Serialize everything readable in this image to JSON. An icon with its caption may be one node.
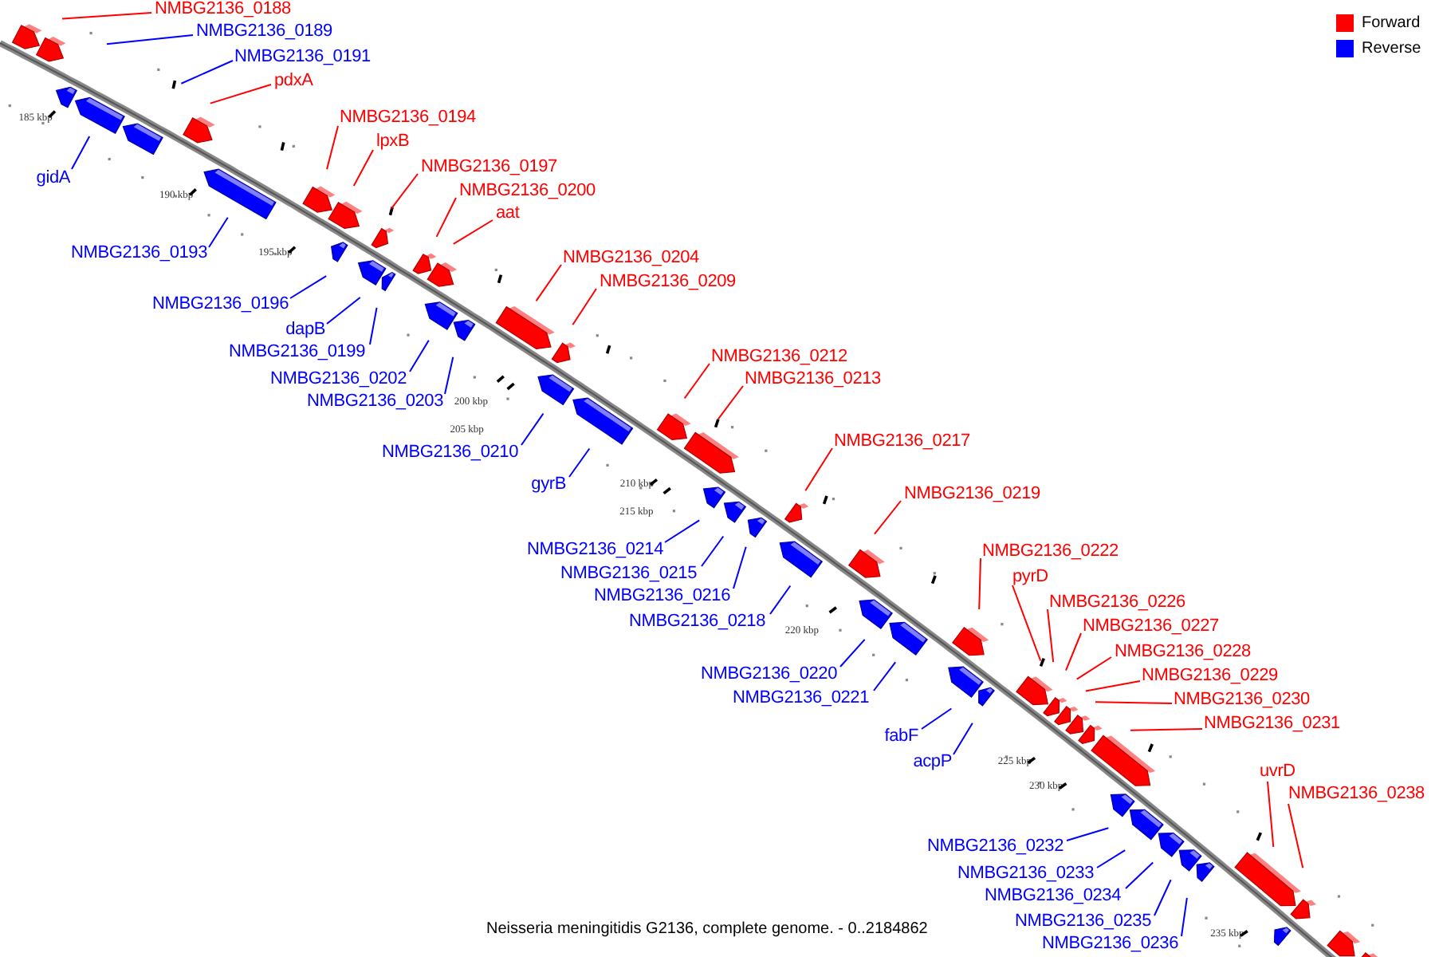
{
  "diagram": {
    "caption": "Neisseria meningitidis G2136, complete genome. - 0..2184862",
    "nodes": [
      {
        "text": [
          "NMBG2136_0188"
        ]
      },
      {
        "text": [
          "NMBG2136_0189"
        ]
      },
      {
        "text": [
          "NMBG2136_0191"
        ]
      },
      {
        "text": [
          "pdxA"
        ]
      },
      {
        "text": [
          "NMBG2136_0194"
        ]
      },
      {
        "text": [
          "lpxB"
        ]
      },
      {
        "text": [
          "NMBG2136_0197"
        ]
      },
      {
        "text": [
          "gidA"
        ]
      },
      {
        "text": [
          "NMBG2136_0200"
        ]
      },
      {
        "text": [
          "aat"
        ]
      },
      {
        "text": [
          "NMBG2136_0193"
        ]
      },
      {
        "text": [
          "NMBG2136_0204"
        ]
      },
      {
        "text": [
          "NMBG2136_0209"
        ]
      },
      {
        "text": [
          "NMBG2136_0196"
        ]
      },
      {
        "text": [
          "dapB"
        ]
      },
      {
        "text": [
          "NMBG2136_0199"
        ]
      },
      {
        "text": [
          "NMBG2136_0212"
        ]
      },
      {
        "text": [
          "NMBG2136_0202"
        ]
      },
      {
        "text": [
          "NMBG2136_0213"
        ]
      },
      {
        "text": [
          "NMBG2136_0203"
        ]
      },
      {
        "text": [
          "NMBG2136_0217"
        ]
      },
      {
        "text": [
          "NMBG2136_0210"
        ]
      },
      {
        "text": [
          "gyrB"
        ]
      },
      {
        "text": [
          "NMBG2136_0219"
        ]
      },
      {
        "text": [
          "NMBG2136_0214"
        ]
      },
      {
        "text": [
          "NMBG2136_0222"
        ]
      },
      {
        "text": [
          "NMBG2136_0215"
        ]
      },
      {
        "text": [
          "pyrD"
        ]
      },
      {
        "text": [
          "NMBG2136_0216"
        ]
      },
      {
        "text": [
          "NMBG2136_0226"
        ]
      },
      {
        "text": [
          "NMBG2136_0218"
        ]
      },
      {
        "text": [
          "NMBG2136_0227"
        ]
      },
      {
        "text": [
          "NMBG2136_0228"
        ]
      },
      {
        "text": [
          "NMBG2136_0220"
        ]
      },
      {
        "text": [
          "NMBG2136_0229"
        ]
      },
      {
        "text": [
          "NMBG2136_0221"
        ]
      },
      {
        "text": [
          "NMBG2136_0230"
        ]
      },
      {
        "text": [
          "NMBG2136_0231"
        ]
      },
      {
        "text": [
          "fabF"
        ]
      },
      {
        "text": [
          "acpP"
        ]
      },
      {
        "text": [
          "uvrD"
        ]
      },
      {
        "text": [
          "NMBG2136_0238"
        ]
      },
      {
        "text": [
          "NMBG2136_0232"
        ]
      },
      {
        "text": [
          "NMBG2136_0233"
        ]
      },
      {
        "text": [
          "NMBG2136_0234"
        ]
      },
      {
        "text": [
          "NMBG2136_0235"
        ]
      },
      {
        "text": [
          "NMBG2136_0236"
        ]
      }
    ],
    "edges": [
      {
        "from": 0,
        "to": null,
        "arrow": "none",
        "color": "#ff0000"
      },
      {
        "from": 1,
        "to": null,
        "arrow": "none",
        "color": "#0000ff"
      },
      {
        "from": 2,
        "to": null,
        "arrow": "none",
        "color": "#0000ff"
      },
      {
        "from": 3,
        "to": null,
        "arrow": "none",
        "color": "#ff0000"
      },
      {
        "from": 4,
        "to": null,
        "arrow": "none",
        "color": "#ff0000"
      },
      {
        "from": 5,
        "to": null,
        "arrow": "none",
        "color": "#ff0000"
      },
      {
        "from": 6,
        "to": null,
        "arrow": "none",
        "color": "#ff0000"
      },
      {
        "from": 7,
        "to": null,
        "arrow": "none",
        "color": "#0000ff"
      },
      {
        "from": 8,
        "to": null,
        "arrow": "none",
        "color": "#ff0000"
      },
      {
        "from": 9,
        "to": null,
        "arrow": "none",
        "color": "#ff0000"
      },
      {
        "from": 10,
        "to": null,
        "arrow": "none",
        "color": "#0000ff"
      },
      {
        "from": 11,
        "to": null,
        "arrow": "none",
        "color": "#ff0000"
      },
      {
        "from": 12,
        "to": null,
        "arrow": "none",
        "color": "#ff0000"
      },
      {
        "from": 13,
        "to": null,
        "arrow": "none",
        "color": "#0000ff"
      },
      {
        "from": 14,
        "to": null,
        "arrow": "none",
        "color": "#0000ff"
      },
      {
        "from": 15,
        "to": null,
        "arrow": "none",
        "color": "#0000ff"
      },
      {
        "from": 16,
        "to": null,
        "arrow": "none",
        "color": "#ff0000"
      },
      {
        "from": 17,
        "to": null,
        "arrow": "none",
        "color": "#0000ff"
      },
      {
        "from": 18,
        "to": null,
        "arrow": "none",
        "color": "#ff0000"
      },
      {
        "from": 19,
        "to": null,
        "arrow": "none",
        "color": "#0000ff"
      },
      {
        "from": 20,
        "to": null,
        "arrow": "none",
        "color": "#ff0000"
      },
      {
        "from": 21,
        "to": null,
        "arrow": "none",
        "color": "#0000ff"
      },
      {
        "from": 22,
        "to": null,
        "arrow": "none",
        "color": "#0000ff"
      },
      {
        "from": 23,
        "to": null,
        "arrow": "none",
        "color": "#ff0000"
      },
      {
        "from": 24,
        "to": null,
        "arrow": "none",
        "color": "#0000ff"
      },
      {
        "from": 25,
        "to": null,
        "arrow": "none",
        "color": "#ff0000"
      },
      {
        "from": 26,
        "to": null,
        "arrow": "none",
        "color": "#0000ff"
      },
      {
        "from": 27,
        "to": null,
        "arrow": "none",
        "color": "#ff0000"
      },
      {
        "from": 28,
        "to": null,
        "arrow": "none",
        "color": "#0000ff"
      },
      {
        "from": 29,
        "to": null,
        "arrow": "none",
        "color": "#ff0000"
      },
      {
        "from": 30,
        "to": null,
        "arrow": "none",
        "color": "#0000ff"
      },
      {
        "from": 31,
        "to": null,
        "arrow": "none",
        "color": "#ff0000"
      },
      {
        "from": 32,
        "to": null,
        "arrow": "none",
        "color": "#ff0000"
      },
      {
        "from": 33,
        "to": null,
        "arrow": "none",
        "color": "#0000ff"
      },
      {
        "from": 34,
        "to": null,
        "arrow": "none",
        "color": "#ff0000"
      },
      {
        "from": 35,
        "to": null,
        "arrow": "none",
        "color": "#0000ff"
      },
      {
        "from": 36,
        "to": null,
        "arrow": "none",
        "color": "#ff0000"
      },
      {
        "from": 37,
        "to": null,
        "arrow": "none",
        "color": "#ff0000"
      },
      {
        "from": 38,
        "to": null,
        "arrow": "none",
        "color": "#0000ff"
      },
      {
        "from": 39,
        "to": null,
        "arrow": "none",
        "color": "#0000ff"
      },
      {
        "from": 40,
        "to": null,
        "arrow": "none",
        "color": "#ff0000"
      },
      {
        "from": 41,
        "to": null,
        "arrow": "none",
        "color": "#ff0000"
      },
      {
        "from": 42,
        "to": null,
        "arrow": "none",
        "color": "#0000ff"
      },
      {
        "from": 43,
        "to": null,
        "arrow": "none",
        "color": "#0000ff"
      },
      {
        "from": 44,
        "to": null,
        "arrow": "none",
        "color": "#0000ff"
      },
      {
        "from": 45,
        "to": null,
        "arrow": "none",
        "color": "#0000ff"
      },
      {
        "from": 46,
        "to": null,
        "arrow": "none",
        "color": "#0000ff"
      }
    ],
    "labels": [
      "185 kbp",
      "190 kbp",
      "195 kbp",
      "200 kbp",
      "205 kbp",
      "210 kbp",
      "215 kbp",
      "220 kbp",
      "225 kbp",
      "230 kbp",
      "235 kbp"
    ],
    "legend": [
      {
        "text": "Forward",
        "color": "#ff0000"
      },
      {
        "text": "Reverse",
        "color": "#0000ff"
      }
    ]
  }
}
